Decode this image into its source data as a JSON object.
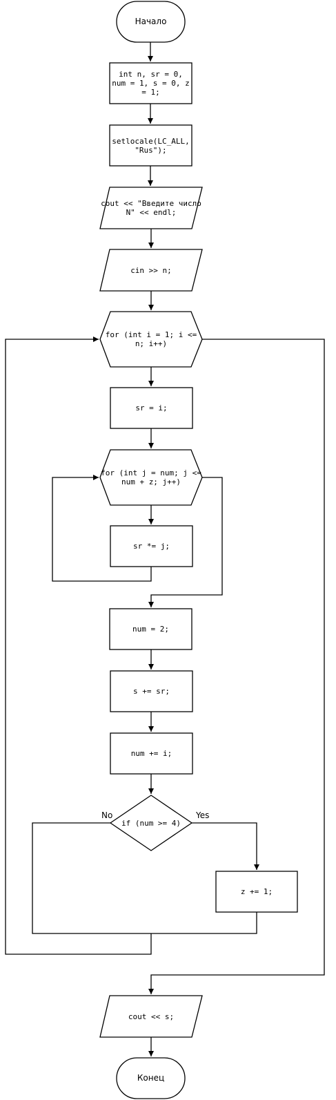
{
  "nodes": {
    "start": "Начало",
    "declare": "int n, sr = 0, num = 1, s = 0, z = 1;",
    "setlocale": "setlocale(LC_ALL, \"Rus\");",
    "prompt": "cout << \"Введите число N\" << endl;",
    "input": "cin >> n;",
    "loop_i": "for (int i = 1; i <= n; i++)",
    "sr_assign": "sr = i;",
    "loop_j": "for (int j = num; j <= num + z; j++)",
    "sr_mul": "sr *= j;",
    "num_assign": "num = 2;",
    "s_add": "s += sr;",
    "num_add": "num += i;",
    "condition": "if (num >= 4)",
    "z_inc": "z += 1;",
    "output": "cout << s;",
    "end": "Конец"
  },
  "branches": {
    "no": "No",
    "yes": "Yes"
  }
}
